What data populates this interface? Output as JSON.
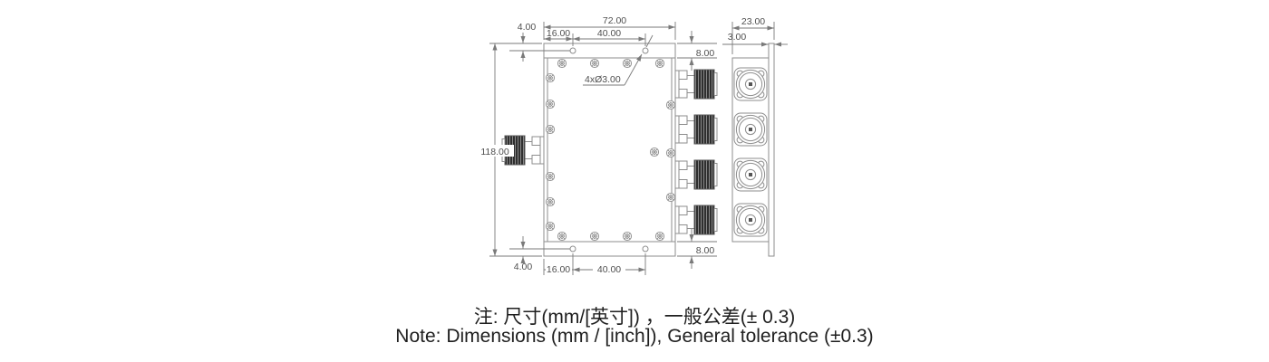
{
  "front_view": {
    "dim_total_width": "72.00",
    "dim_edge_to_hole_top": "16.00",
    "dim_hole_spacing_top": "40.00",
    "dim_hole_offset_top": "4.00",
    "dim_flange_height_top": "8.00",
    "dim_total_height": "118.00",
    "dim_holes_callout": "4xØ3.00",
    "dim_hole_offset_bottom": "4.00",
    "dim_edge_to_hole_bottom": "16.00",
    "dim_hole_spacing_bottom": "40.00",
    "dim_flange_height_bottom": "8.00"
  },
  "side_view": {
    "dim_total_depth": "23.00",
    "dim_flange_thickness": "3.00"
  },
  "notes": {
    "zh": "注: 尺寸(mm/[英寸]) ，一般公差(± 0.3)",
    "en": "Note: Dimensions (mm / [inch]), General tolerance (±0.3)"
  },
  "colors": {
    "background": "#ffffff",
    "geometry_line": "#8e8e8e",
    "dimension_line": "#7a7a7a",
    "dimension_text": "#4f4f4f",
    "note_text": "#1f1f1f",
    "connector_barrel": "#2f2f2f"
  }
}
